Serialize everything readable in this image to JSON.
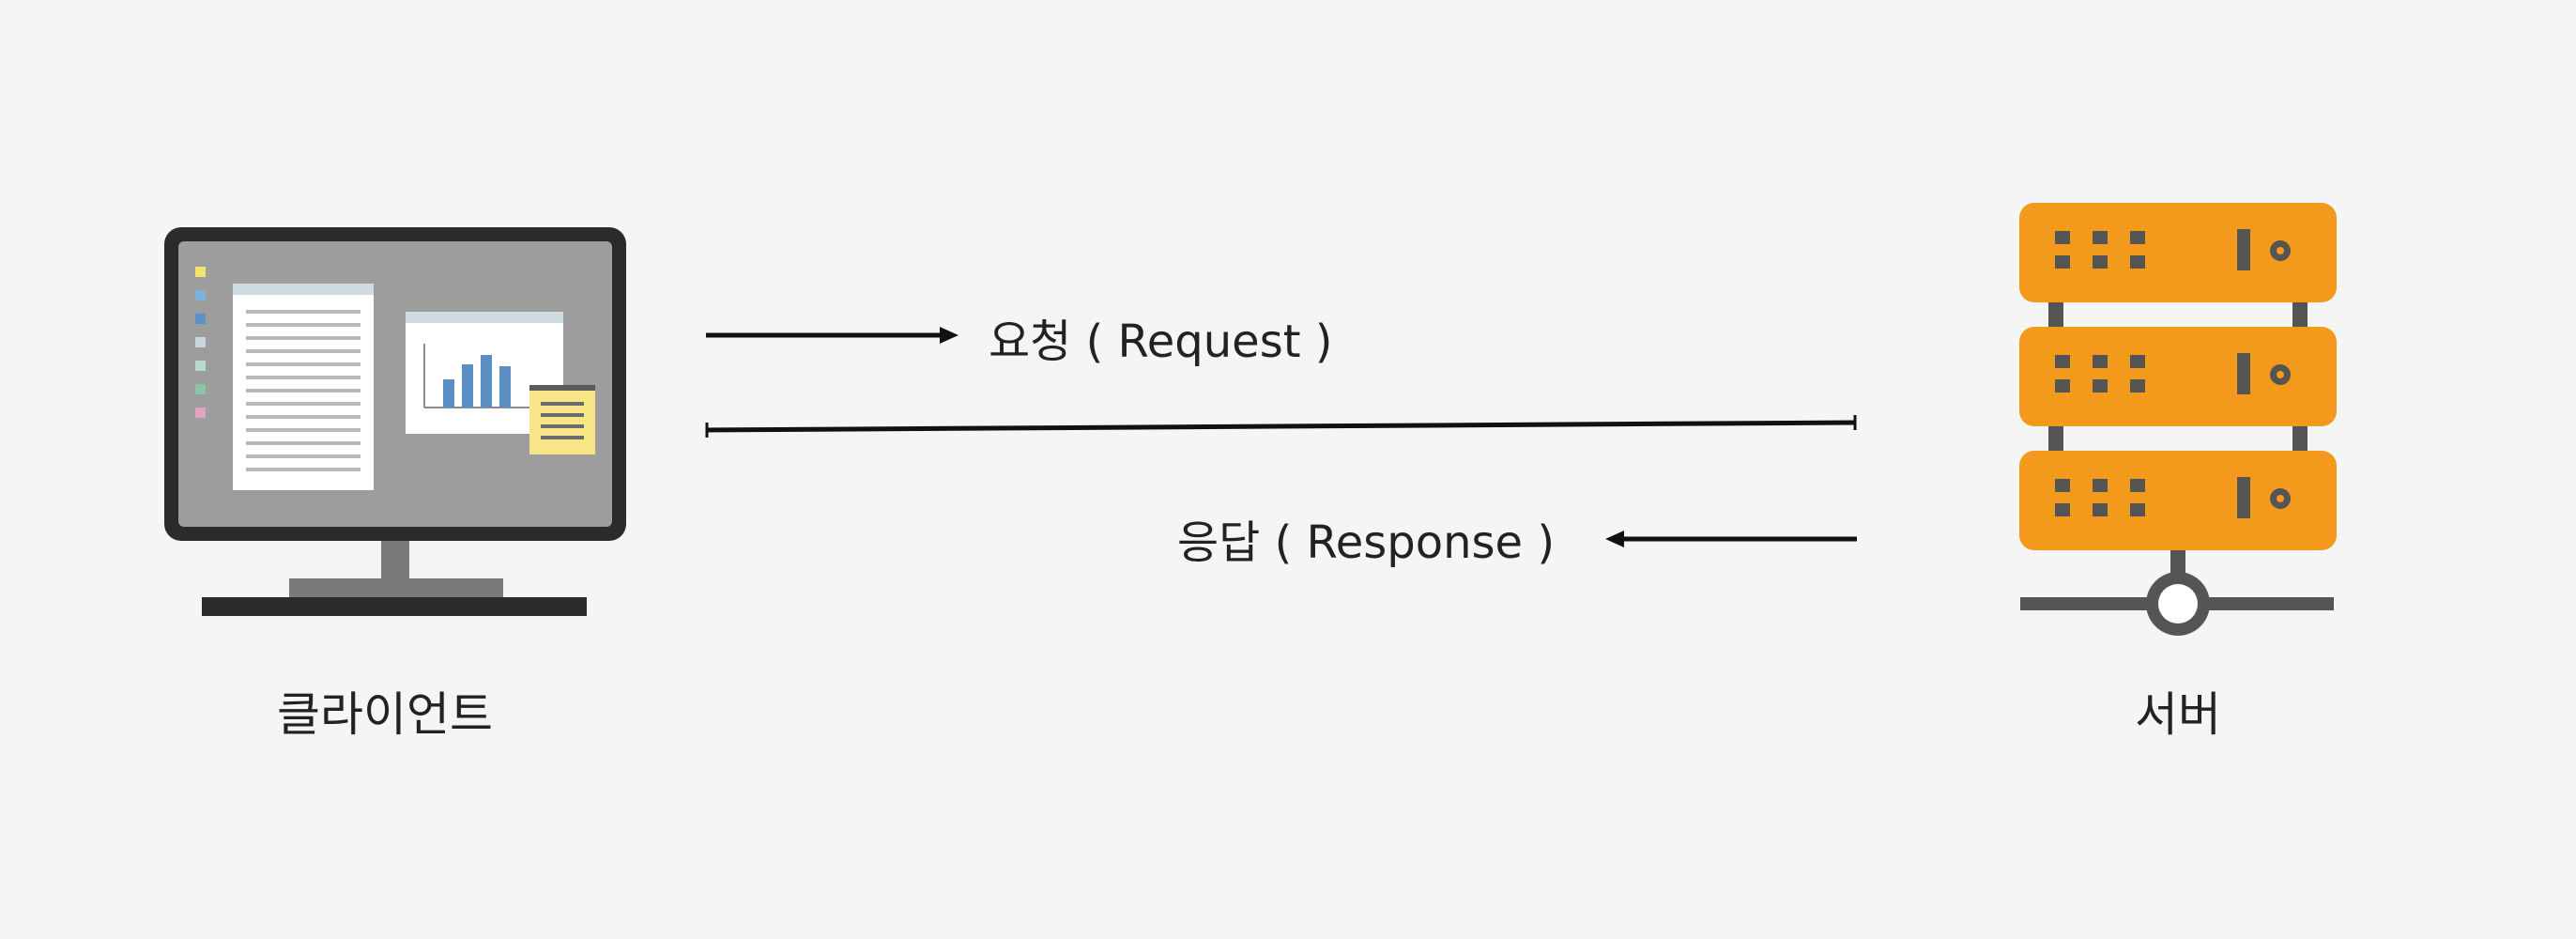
{
  "diagram": {
    "nodes": {
      "client": {
        "label": "클라이언트",
        "icon": "desktop-monitor-icon"
      },
      "server": {
        "label": "서버",
        "icon": "server-rack-icon"
      }
    },
    "edges": {
      "request": {
        "label": "요청 ( Request )",
        "from": "client",
        "to": "server"
      },
      "response": {
        "label": "응답 ( Response )",
        "from": "server",
        "to": "client"
      }
    },
    "colors": {
      "background": "#f4f5f4",
      "line": "#111111",
      "text": "#222222",
      "server_body": "#f39a1c",
      "server_detail": "#555555",
      "monitor_frame": "#2b2b2b",
      "monitor_screen": "#9d9d9d"
    }
  }
}
